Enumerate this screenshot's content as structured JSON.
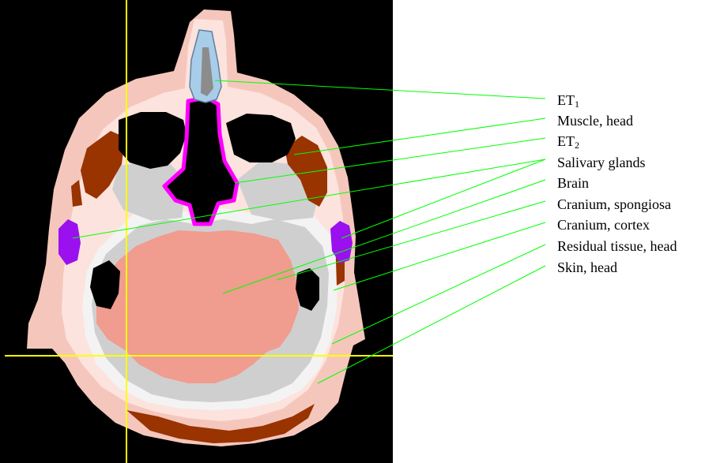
{
  "colors": {
    "background": "#000000",
    "skin": "#f5c7bc",
    "residual_tissue": "#fde3dd",
    "cranium_cortex": "#f3f3f3",
    "cranium_spongiosa": "#cfcfcf",
    "brain": "#f09c8f",
    "muscle": "#993300",
    "salivary_glands": "#9b10ee",
    "et1": "#a8cde8",
    "et2": "#ff00ff",
    "air": "#000000",
    "leader_lines": "#00ff00",
    "crosshair": "#ffff00"
  },
  "labels": [
    {
      "key": "et1",
      "text": "ET",
      "sub": "1"
    },
    {
      "key": "muscle_head",
      "text": "Muscle, head",
      "sub": ""
    },
    {
      "key": "et2",
      "text": "ET",
      "sub": "2"
    },
    {
      "key": "salivary_glands",
      "text": "Salivary glands",
      "sub": ""
    },
    {
      "key": "brain",
      "text": "Brain",
      "sub": ""
    },
    {
      "key": "cranium_spongiosa",
      "text": "Cranium, spongiosa",
      "sub": ""
    },
    {
      "key": "cranium_cortex",
      "text": "Cranium, cortex",
      "sub": ""
    },
    {
      "key": "residual_tissue_head",
      "text": "Residual tissue, head",
      "sub": ""
    },
    {
      "key": "skin_head",
      "text": "Skin, head",
      "sub": ""
    }
  ]
}
